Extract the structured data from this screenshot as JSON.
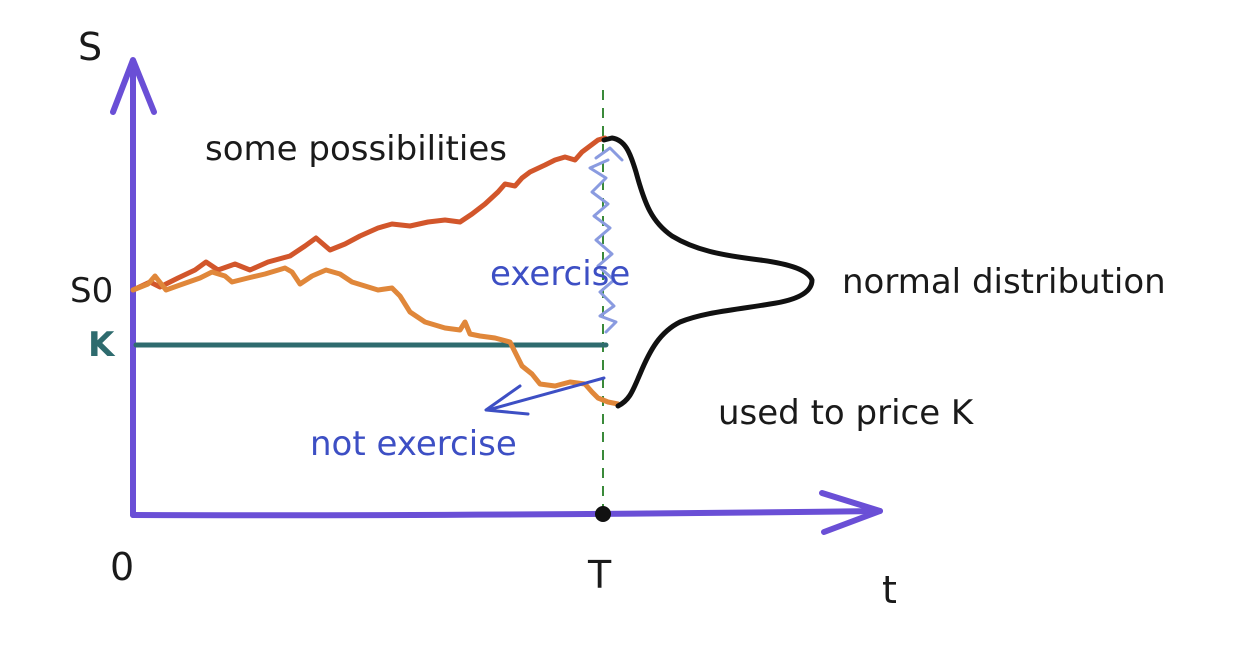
{
  "colors": {
    "axis": "#6a4fd6",
    "path_upper": "#d2562b",
    "path_lower": "#e0873a",
    "strike_line": "#2e6b6e",
    "distribution": "#111111",
    "exercise_arrow": "#8a9be0",
    "not_exercise_arrow": "#3d4fc4",
    "dashed": "#3a8a3a"
  },
  "axes": {
    "y_label": "S",
    "x_label": "t",
    "origin_label": "0",
    "t_label": "T",
    "s0_label": "S0",
    "k_label": "K"
  },
  "annotations": {
    "some_possibilities": "some possibilities",
    "exercise": "exercise",
    "not_exercise": "not exercise",
    "normal_distribution": "normal distribution",
    "used_to_price": "used to price K"
  }
}
